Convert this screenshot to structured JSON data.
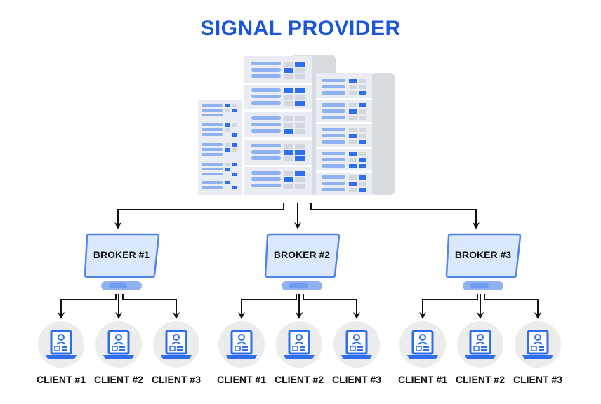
{
  "title": "SIGNAL PROVIDER",
  "provider": {
    "icon": "server-stack-icon"
  },
  "brokers": [
    {
      "label": "BROKER #1",
      "icon": "monitor-icon",
      "clients": [
        {
          "label": "CLIENT #1"
        },
        {
          "label": "CLIENT #2"
        },
        {
          "label": "CLIENT #3"
        }
      ]
    },
    {
      "label": "BROKER #2",
      "icon": "monitor-icon",
      "clients": [
        {
          "label": "CLIENT #1"
        },
        {
          "label": "CLIENT #2"
        },
        {
          "label": "CLIENT #3"
        }
      ]
    },
    {
      "label": "BROKER #3",
      "icon": "monitor-icon",
      "clients": [
        {
          "label": "CLIENT #1"
        },
        {
          "label": "CLIENT #2"
        },
        {
          "label": "CLIENT #3"
        }
      ]
    }
  ],
  "client_icon": "laptop-profile-icon",
  "colors": {
    "title": "#1a56db",
    "accent": "#2f6ef0",
    "light_blue": "#8fb1ef",
    "panel": "#e9edf3",
    "shadow": "#d8dbe0",
    "monitor_fill": "#dbe8fd",
    "monitor_stroke": "#4f86ee",
    "client_circle": "#ececec",
    "line": "#111111"
  }
}
